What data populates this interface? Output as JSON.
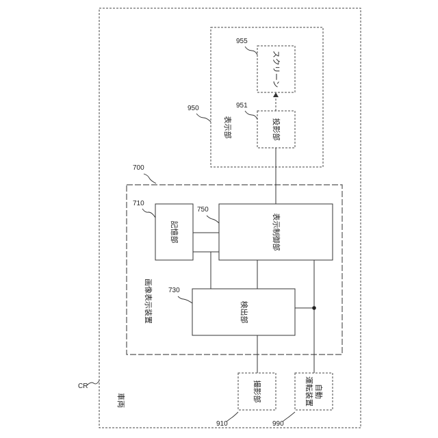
{
  "labels": {
    "vehicle": "車両",
    "image_display_device": "画像表示装置",
    "storage_unit": "記憶部",
    "display_control_unit": "表示制御部",
    "detection_unit": "検出部",
    "display_unit": "表示部",
    "projection_unit": "投影部",
    "screen": "スクリーン",
    "imaging_unit": "撮影部",
    "autonomous_driving_line1": "自動",
    "autonomous_driving_line2": "運転装置"
  },
  "refs": {
    "cr": "CR",
    "r700": "700",
    "r710": "710",
    "r730": "730",
    "r750": "750",
    "r910": "910",
    "r950": "950",
    "r951": "951",
    "r955": "955",
    "r990": "990"
  }
}
